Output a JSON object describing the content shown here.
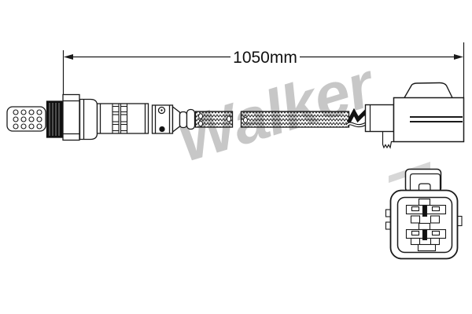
{
  "diagram": {
    "type": "technical-line-drawing",
    "subject": "oxygen-sensor-with-cable-and-connector",
    "dimension_label": "1050mm",
    "watermark_text": "Walker",
    "parts": [
      "sensor-tip",
      "thread",
      "hex-nut",
      "shell",
      "crimp-sleeve",
      "retainer",
      "strain-relief",
      "braided-cable",
      "wires",
      "connector-side-view",
      "connector-front-view"
    ]
  },
  "colors": {
    "line": "#1a1a1a",
    "background": "#ffffff",
    "thread_fill": "#111111",
    "watermark": "#b9b9b9"
  }
}
